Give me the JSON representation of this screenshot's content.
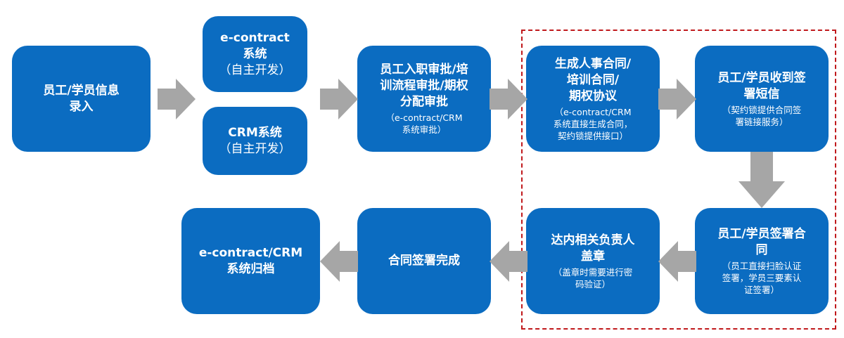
{
  "nodes": {
    "entry": {
      "title": "员工/学员信息\n录入"
    },
    "econtract_sys": {
      "title": "e-contract\n系统",
      "sub": "（自主开发）"
    },
    "crm_sys": {
      "title": "CRM系统",
      "sub": "（自主开发）"
    },
    "approval": {
      "title": "员工入职审批/培\n训流程审批/期权\n分配审批",
      "sub": "（e-contract/CRM\n系统审批）"
    },
    "generate": {
      "title": "生成人事合同/\n培训合同/\n期权协议",
      "sub": "（e-contract/CRM\n系统直接生成合同，\n契约锁提供接口）"
    },
    "sms": {
      "title": "员工/学员收到签\n署短信",
      "sub": "（契约锁提供合同签\n署链接服务）"
    },
    "sign": {
      "title": "员工/学员签署合\n同",
      "sub": "（员工直接扫脸认证\n签署，学员三要素认\n证签署）"
    },
    "seal": {
      "title": "达内相关负责人\n盖章",
      "sub": "（盖章时需要进行密\n码验证）"
    },
    "complete": {
      "title": "合同签署完成"
    },
    "archive": {
      "title": "e-contract/CRM\n系统归档"
    }
  },
  "colors": {
    "box": "#0b6cc1",
    "arrow": "#a6a6a6",
    "dashed_border": "#c0191c"
  }
}
